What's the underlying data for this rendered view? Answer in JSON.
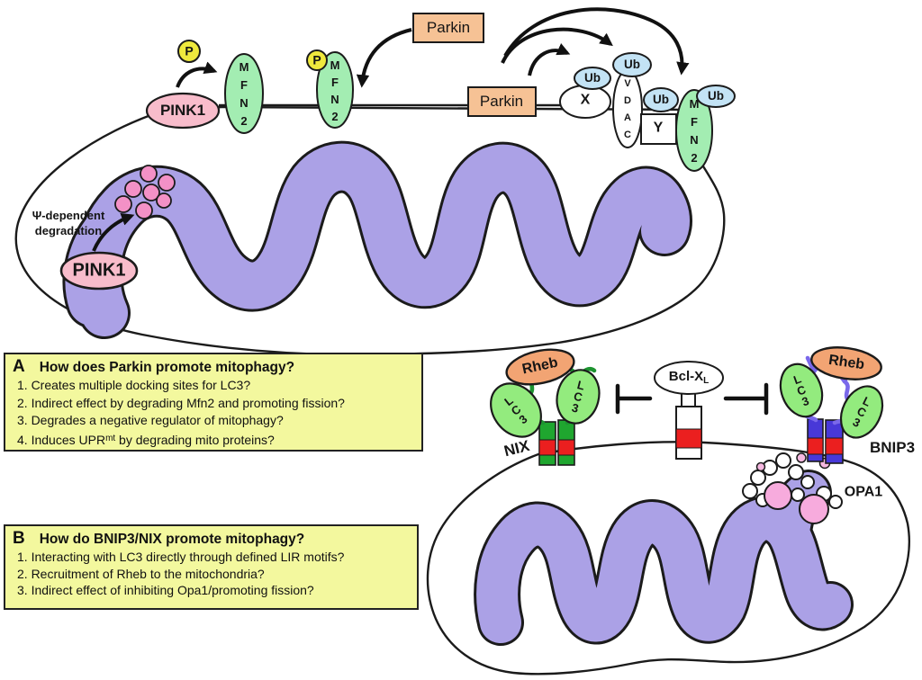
{
  "panel_a": {
    "letter": "A",
    "title": "How does Parkin promote mitophagy?",
    "items": [
      "1. Creates multiple docking sites for LC3?",
      "2. Indirect effect by degrading Mfn2 and promoting fission?",
      "3. Degrades a negative regulator of mitophagy?"
    ],
    "item4_pre": "4. Induces UPR",
    "item4_sup": "mt",
    "item4_post": " by degrading mito proteins?"
  },
  "panel_b": {
    "letter": "B",
    "title": "How do BNIP3/NIX promote mitophagy?",
    "items": [
      "1. Interacting with LC3 directly through defined LIR motifs?",
      "2. Recruitment of Rheb to the mitochondria?",
      "3. Indirect effect of inhibiting Opa1/promoting fission?"
    ]
  },
  "labels": {
    "pink1_outer": "PINK1",
    "pink1_inner": "PINK1",
    "phospho": "P",
    "mfn2": "M\nF\nN\n2",
    "parkin_floating": "Parkin",
    "parkin_membrane": "Parkin",
    "ub": "Ub",
    "substrate_x": "X",
    "vdac": "V\nD\nA\nC",
    "substrate_y": "Y",
    "psi_note": "Ψ-dependent\ndegradation",
    "rheb": "Rheb",
    "lc3": "L\nC\n3",
    "nix": "NIX",
    "bclxl_main": "Bcl-X",
    "bclxl_sub": "L",
    "bnip3": "BNIP3",
    "opa1": "OPA1"
  },
  "colors": {
    "membrane_outline": "#1b1b1b",
    "cristae_purple": "#ABA1E6",
    "pink1_pink": "#F8BCCB",
    "mfn2_green": "#A3EDB2",
    "phospho_yellow": "#EFE93D",
    "parkin_peach": "#F6C295",
    "ub_blue": "#C3E3F5",
    "panel_yellow": "#F3F89E",
    "rheb_orange": "#F2A473",
    "lc3_green": "#93EB7E",
    "nix_green": "#1FA62F",
    "bnip3_blue": "#4838D8",
    "tm_red": "#EB1F1F",
    "opa1_pink": "#F7ABDD",
    "dot_pink": "#F391C6"
  }
}
